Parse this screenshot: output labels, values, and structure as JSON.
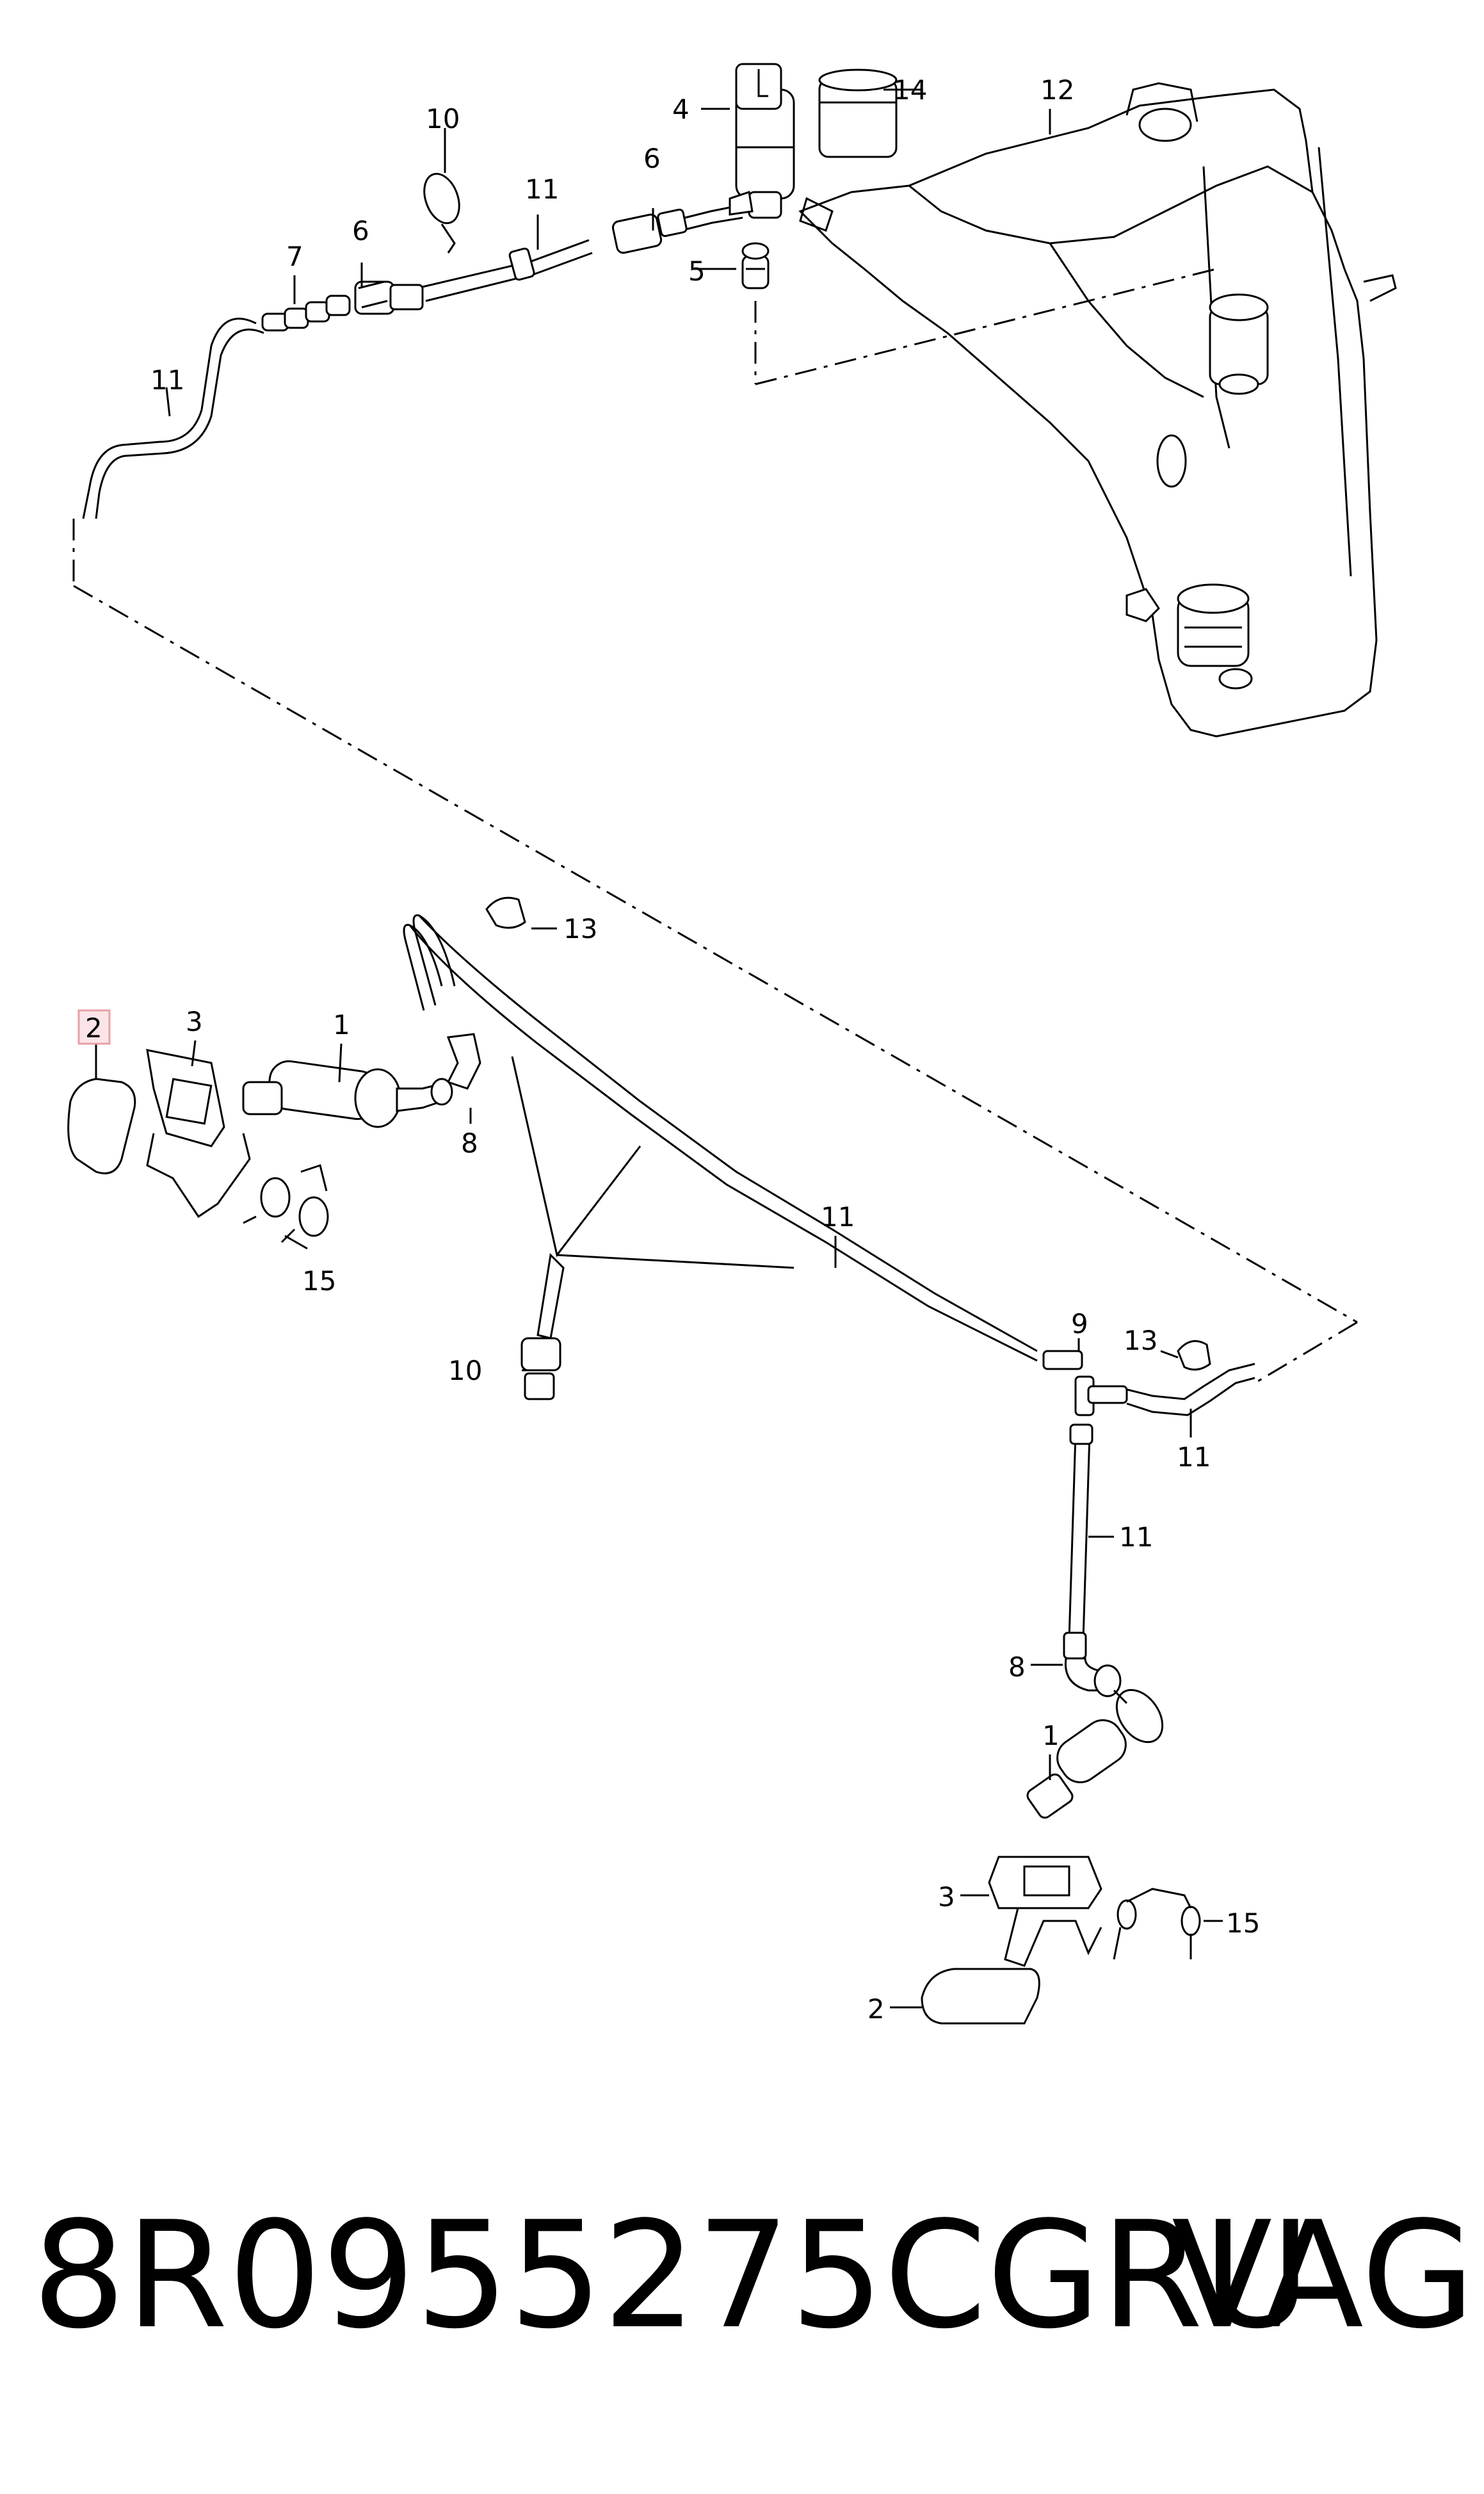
{
  "callouts": {
    "c1a": "1",
    "c1b": "1",
    "c2a": "2",
    "c2b": "2",
    "c3a": "3",
    "c3b": "3",
    "c4": "4",
    "c5": "5",
    "c6a": "6",
    "c6b": "6",
    "c7": "7",
    "c8a": "8",
    "c8b": "8",
    "c9": "9",
    "c10a": "10",
    "c10b": "10",
    "c11a": "11",
    "c11b": "11",
    "c11c": "11",
    "c11d": "11",
    "c11e": "11",
    "c12": "12",
    "c13a": "13",
    "c13b": "13",
    "c14": "14",
    "c15a": "15",
    "c15b": "15"
  },
  "highlighted_callout": "2",
  "highlight_color": "#e8a0a8",
  "footer": {
    "part_number": "8R0955275CGRU",
    "brand": "VAG"
  }
}
